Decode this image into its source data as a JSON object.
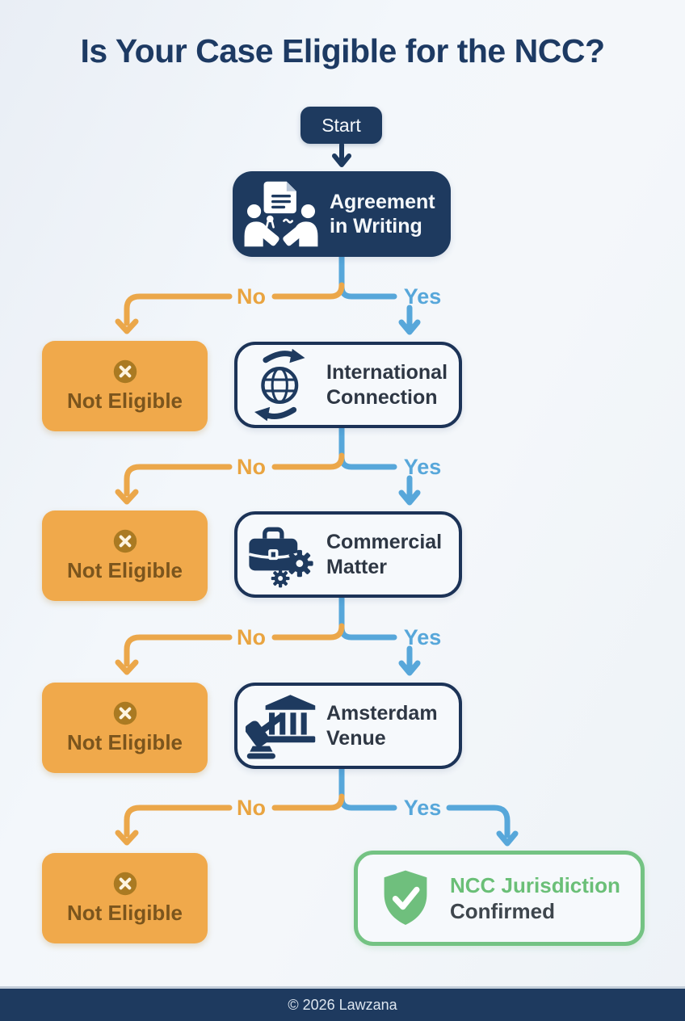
{
  "title": "Is Your Case Eligible for the NCC?",
  "start": {
    "label": "Start"
  },
  "decisions": [
    {
      "label": "Agreement in Writing",
      "icon": "contract-handshake-icon"
    },
    {
      "label": "International Connection",
      "icon": "globe-exchange-icon"
    },
    {
      "label": "Commercial Matter",
      "icon": "briefcase-gears-icon"
    },
    {
      "label": "Amsterdam Venue",
      "icon": "courthouse-gavel-icon"
    }
  ],
  "branch_labels": {
    "no": "No",
    "yes": "Yes"
  },
  "not_eligible": {
    "label": "Not Eligible",
    "icon": "x-circle-icon"
  },
  "result": {
    "title": "NCC Jurisdiction",
    "subtitle": "Confirmed",
    "icon": "shield-check-icon"
  },
  "footer": {
    "text": "© 2026 Lawzana"
  },
  "colors": {
    "navy": "#1e3a5f",
    "title_text": "#1d3a63",
    "orange_box": "#f0a94b",
    "orange_line": "#eba74a",
    "orange_dark_text": "#7b551d",
    "x_circle": "#aa7a22",
    "blue_line": "#57a7da",
    "green_border": "#74c383",
    "green_shield": "#6fbf7d",
    "green_text": "#6abf77",
    "card_bg": "#f6f9fc",
    "page_bg": "#eef2f7",
    "footer_bg": "#1e3a5f"
  }
}
